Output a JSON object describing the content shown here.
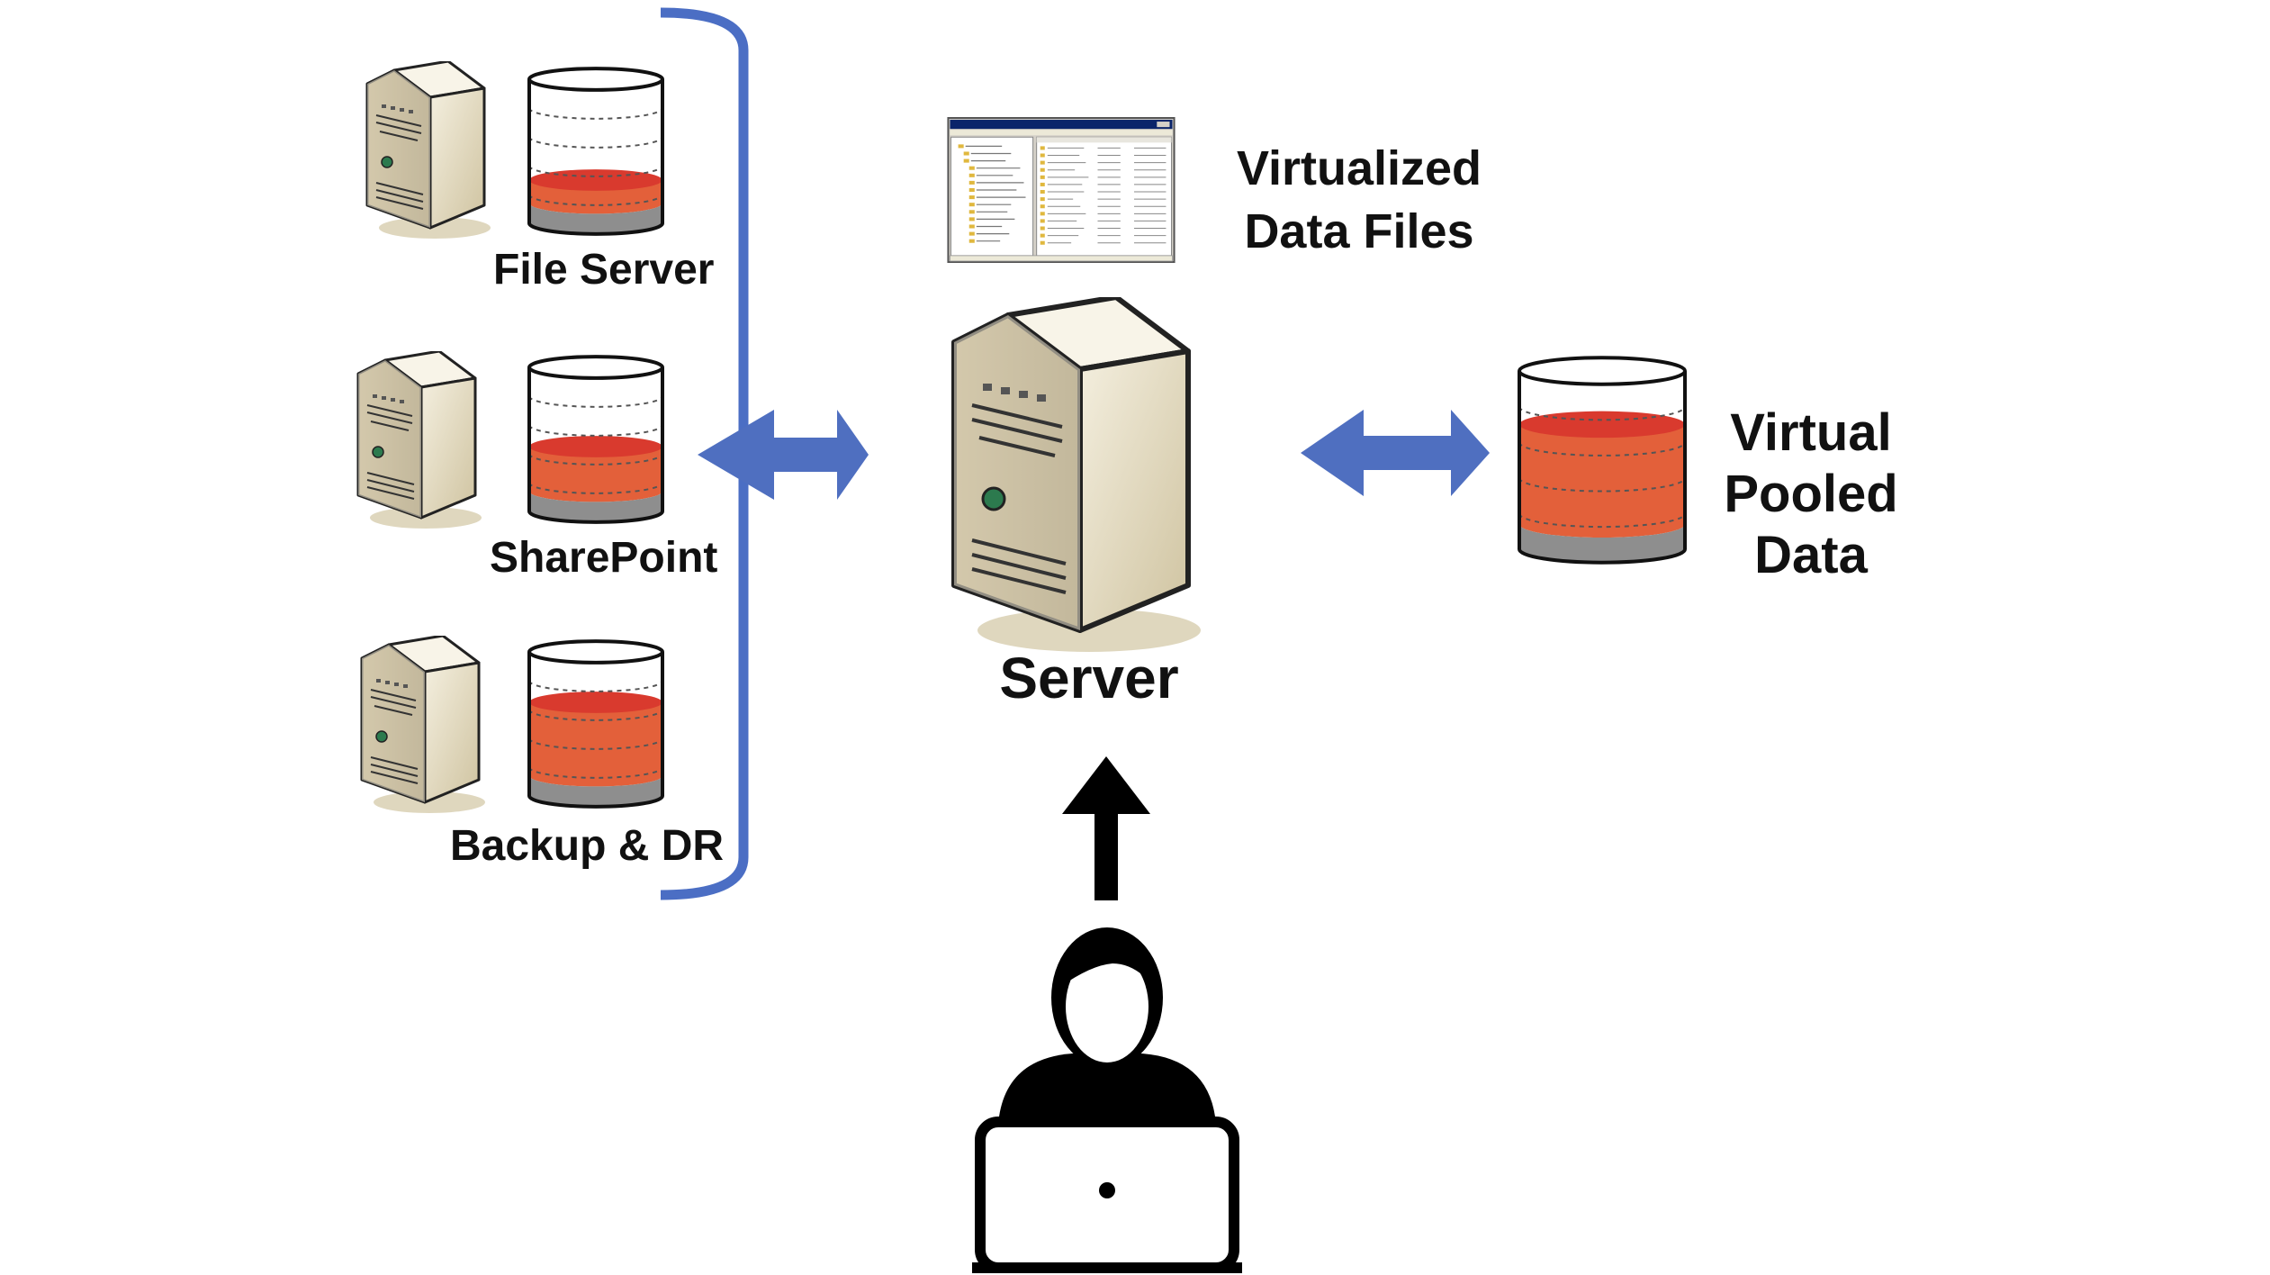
{
  "sources": [
    {
      "label": "File Server",
      "fill_level": 0.3
    },
    {
      "label": "SharePoint",
      "fill_level": 0.45
    },
    {
      "label": "Backup & DR",
      "fill_level": 0.65
    }
  ],
  "center": {
    "label": "Server",
    "virtualized_files_line1": "Virtualized",
    "virtualized_files_line2": "Data Files"
  },
  "pool": {
    "line1": "Virtual",
    "line2": "Pooled",
    "line3": "Data",
    "fill_level": 0.7
  },
  "icons": {
    "server": "tower-server-icon",
    "storage": "database-cylinder-icon",
    "user": "user-laptop-icon",
    "files": "file-explorer-window-icon"
  },
  "colors": {
    "arrow_blue": "#4F6FC0",
    "bracket_blue": "#4B6EC4",
    "data_orange": "#E3603A",
    "data_red": "#D93A2E",
    "data_gray": "#8E8E8E",
    "server_beige": "#E5DDC3",
    "text": "#111111"
  }
}
